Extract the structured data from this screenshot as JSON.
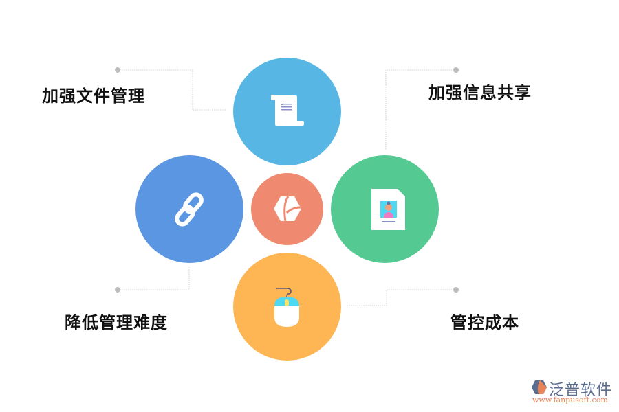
{
  "diagram": {
    "center": {
      "icon": "hexagon-logo-icon",
      "color": "#ef8a70"
    },
    "nodes": [
      {
        "id": "file",
        "label": "加强文件管理",
        "icon": "scroll-document-icon",
        "color": "#58b6e4"
      },
      {
        "id": "share",
        "label": "加强信息共享",
        "icon": "profile-card-icon",
        "color": "#55c992"
      },
      {
        "id": "reduce",
        "label": "降低管理难度",
        "icon": "chain-link-icon",
        "color": "#5b96e3"
      },
      {
        "id": "cost",
        "label": "管控成本",
        "icon": "mouse-icon",
        "color": "#fdb653"
      }
    ],
    "connector_color": "#cccccc"
  },
  "brand": {
    "name": "泛普软件",
    "url": "www.fanpusoft.com"
  }
}
